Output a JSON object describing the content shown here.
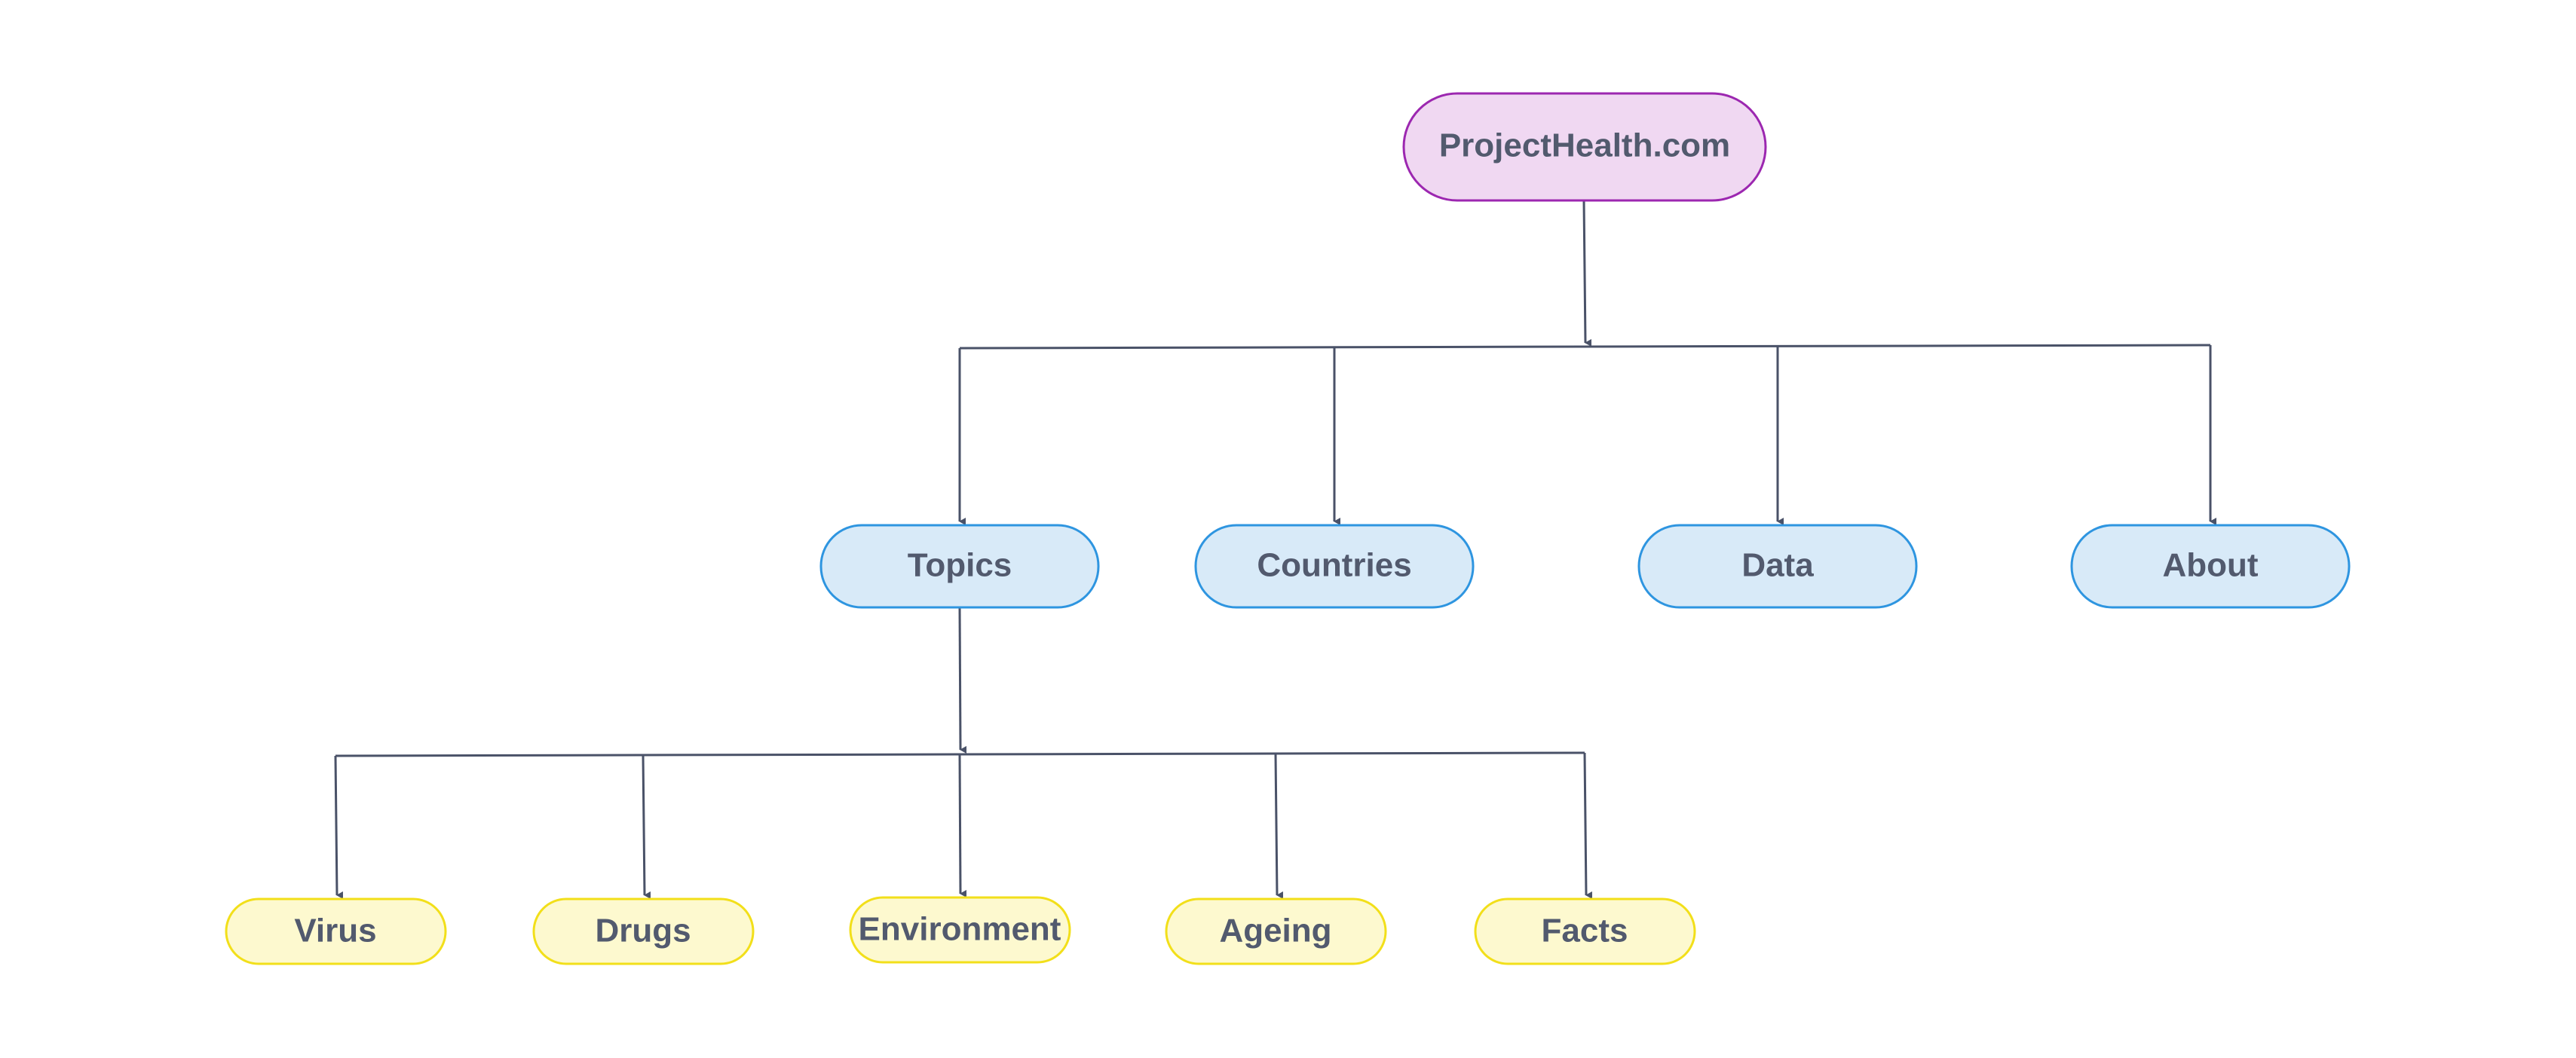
{
  "diagram": {
    "root": {
      "label": "ProjectHealth.com",
      "fill": "#f0d8f2",
      "stroke": "#9c27b0"
    },
    "level1": {
      "fill": "#d8eaf8",
      "stroke": "#2e95e0",
      "items": [
        {
          "label": "Topics"
        },
        {
          "label": "Countries"
        },
        {
          "label": "Data"
        },
        {
          "label": "About"
        }
      ]
    },
    "level2": {
      "fill": "#fdf9cf",
      "stroke": "#f2df1a",
      "items": [
        {
          "label": "Virus"
        },
        {
          "label": "Drugs"
        },
        {
          "label": "Environment"
        },
        {
          "label": "Ageing"
        },
        {
          "label": "Facts"
        }
      ]
    },
    "connector_color": "#4a5268"
  }
}
